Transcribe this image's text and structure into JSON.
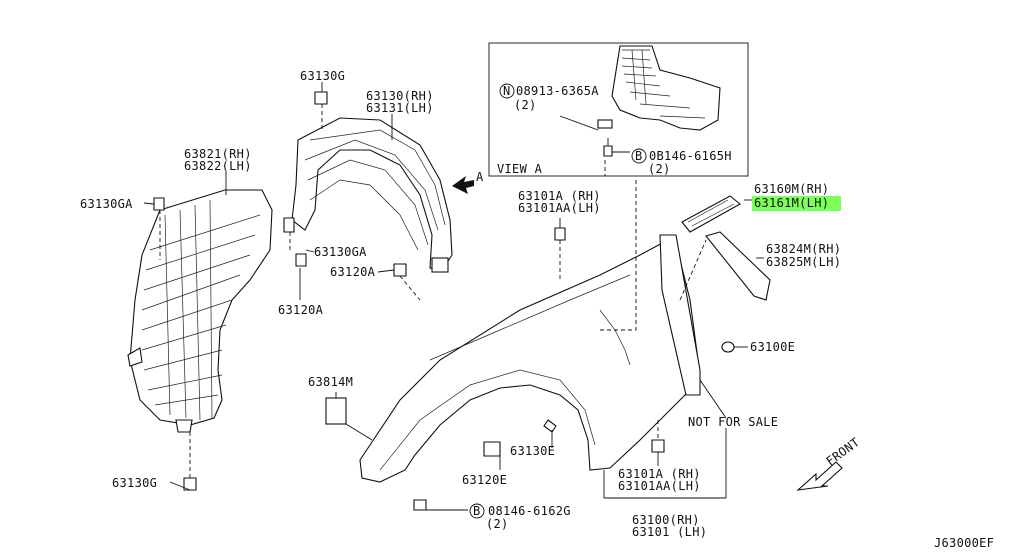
{
  "labels": {
    "p63130g_top": "63130G",
    "p63130_rh": "63130(RH)",
    "p63131_lh": "63131(LH)",
    "p63821_rh": "63821(RH)",
    "p63822_lh": "63822(LH)",
    "p63130ga_left": "63130GA",
    "p63130ga_mid": "63130GA",
    "p63120a_mid": "63120A",
    "p63120a_low": "63120A",
    "arrow_a": "A",
    "view_a": "VIEW A",
    "p08913": "08913-6365A",
    "p08913_qty": "(2)",
    "p0b146_6165h": "0B146-6165H",
    "p0b146_qty": "(2)",
    "p63101a_rh_top": "63101A (RH)",
    "p63101aa_lh_top": "63101AA(LH)",
    "p63160m_rh": "63160M(RH)",
    "p63161m_lh": "63161M(LH)",
    "p63824m_rh": "63824M(RH)",
    "p63825m_lh": "63825M(LH)",
    "p63100e": "63100E",
    "p63814m": "63814M",
    "not_for_sale": "NOT FOR SALE",
    "p63130e": "63130E",
    "p63120e": "63120E",
    "p63101a_rh_bot": "63101A (RH)",
    "p63101aa_lh_bot": "63101AA(LH)",
    "p63130g_bot": "63130G",
    "p08146_6162g": "08146-6162G",
    "p08146_qty": "(2)",
    "p63100_rh": "63100(RH)",
    "p63101_lh": "63101 (LH)",
    "front": "FRONT",
    "diagram_code": "J63000EF"
  },
  "symbols": {
    "n_circle": "N",
    "b_circle_1": "B",
    "b_circle_2": "B"
  },
  "highlight_color": "#7dff5a"
}
